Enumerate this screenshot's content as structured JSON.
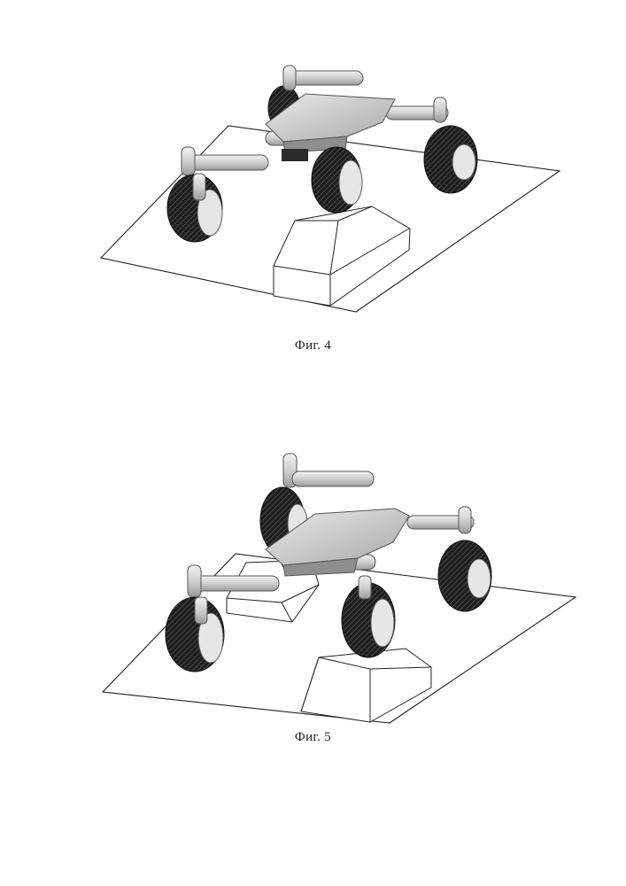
{
  "figures": [
    {
      "id": "fig4",
      "caption": "Фиг. 4"
    },
    {
      "id": "fig5",
      "caption": "Фиг. 5"
    }
  ],
  "colors": {
    "line": "#222222",
    "tire_dark": "#1c1c1c",
    "tire_tread": "#3a3a3a",
    "hub": "#e6e6e6",
    "body_light": "#dcdcdc",
    "body_mid": "#bfbfbf",
    "body_dark": "#8e8e8e"
  },
  "icons": {
    "rover": "rover-drawing-icon",
    "obstacle": "obstacle-block-icon",
    "ground": "ground-plane-icon"
  }
}
